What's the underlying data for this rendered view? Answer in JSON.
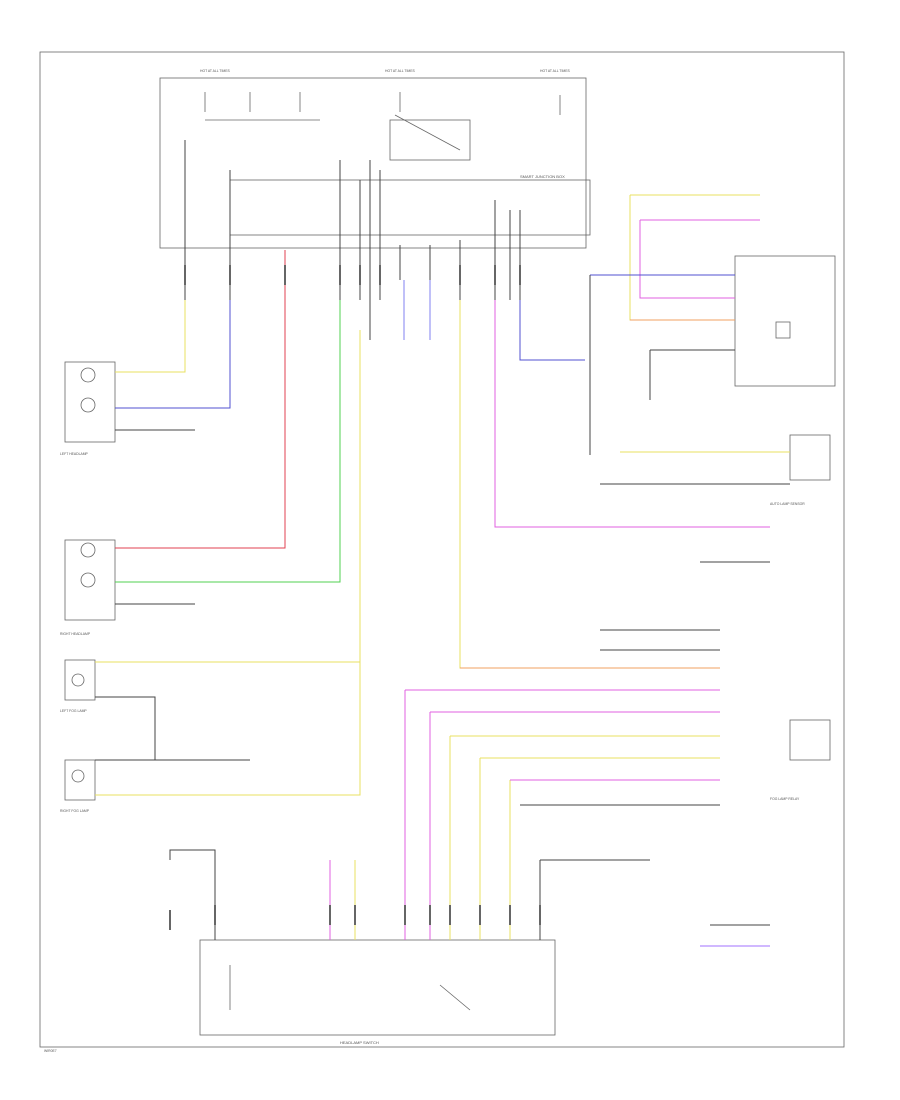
{
  "wire_colors": {
    "black": "#444444",
    "yellow": "#e8e060",
    "pink": "#e060e0",
    "red": "#e04050",
    "blue": "#5050d0",
    "green": "#50d050",
    "violet": "#a070ff",
    "orange": "#f0a060",
    "light_blue": "#8080f0"
  },
  "diagram": {
    "footer_code": "WIR0E7",
    "main_switch_label": "HEADLAMP SWITCH",
    "left_headlamp_label": "LEFT HEADLAMP",
    "right_headlamp_label": "RIGHT HEADLAMP",
    "left_fog_label": "LEFT FOG LAMP",
    "right_fog_label": "RIGHT FOG LAMP",
    "auto_lamp_sensor_label": "AUTO LAMP SENSOR",
    "fog_lamp_relay_label": "FOG LAMP RELAY",
    "top_fuse_labels": [
      "HOT AT ALL TIMES",
      "HOT AT ALL TIMES",
      "HOT AT ALL TIMES"
    ],
    "smart_junction_label": "SMART JUNCTION BOX"
  }
}
